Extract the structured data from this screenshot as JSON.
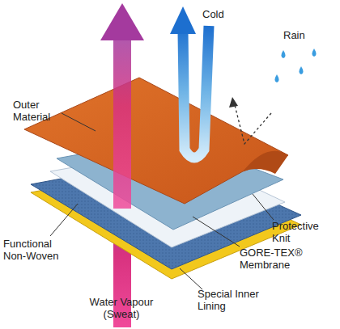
{
  "diagram": {
    "labels": [
      "Cold",
      "Rain",
      "Outer Material",
      "Protective Knit",
      "Functional Non-Woven",
      "GORE-TEX® Membrane",
      "Special Inner Lining",
      "Water Vapour (Sweat)"
    ]
  }
}
